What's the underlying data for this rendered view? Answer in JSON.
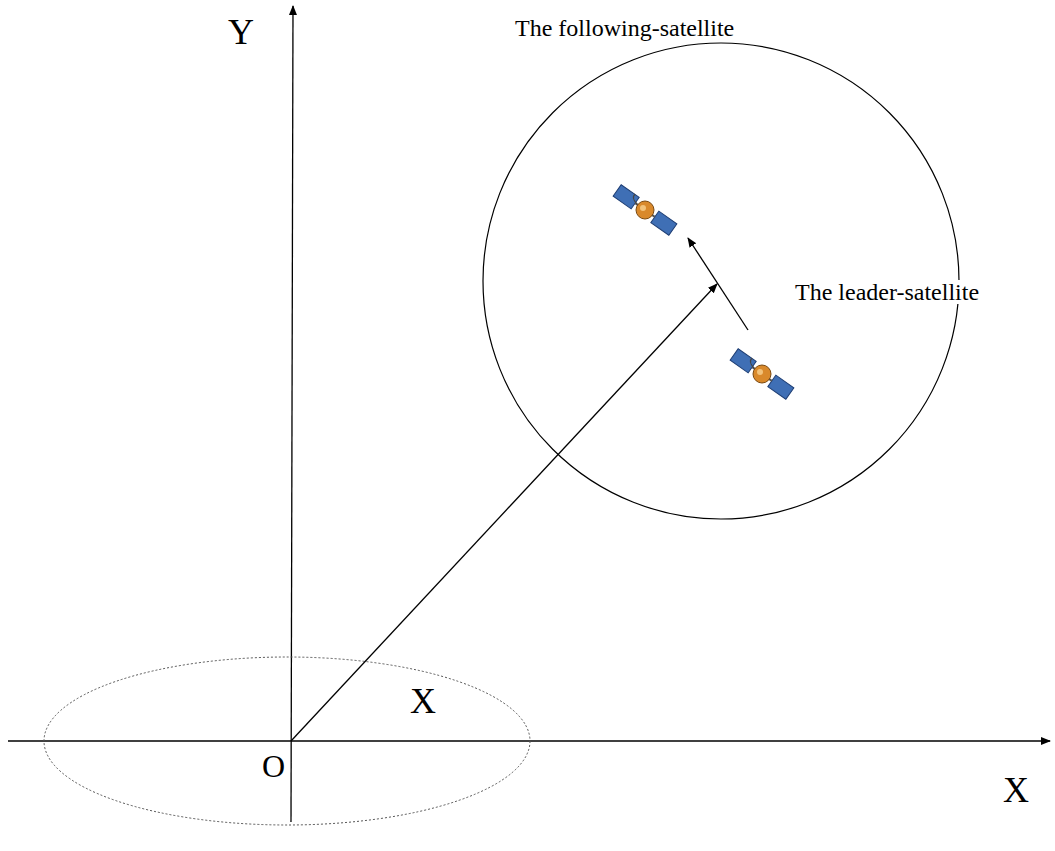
{
  "diagram": {
    "labels": [
      "Y",
      "The following-satellite",
      "The leader-satellite",
      "X",
      "O",
      "X"
    ]
  }
}
